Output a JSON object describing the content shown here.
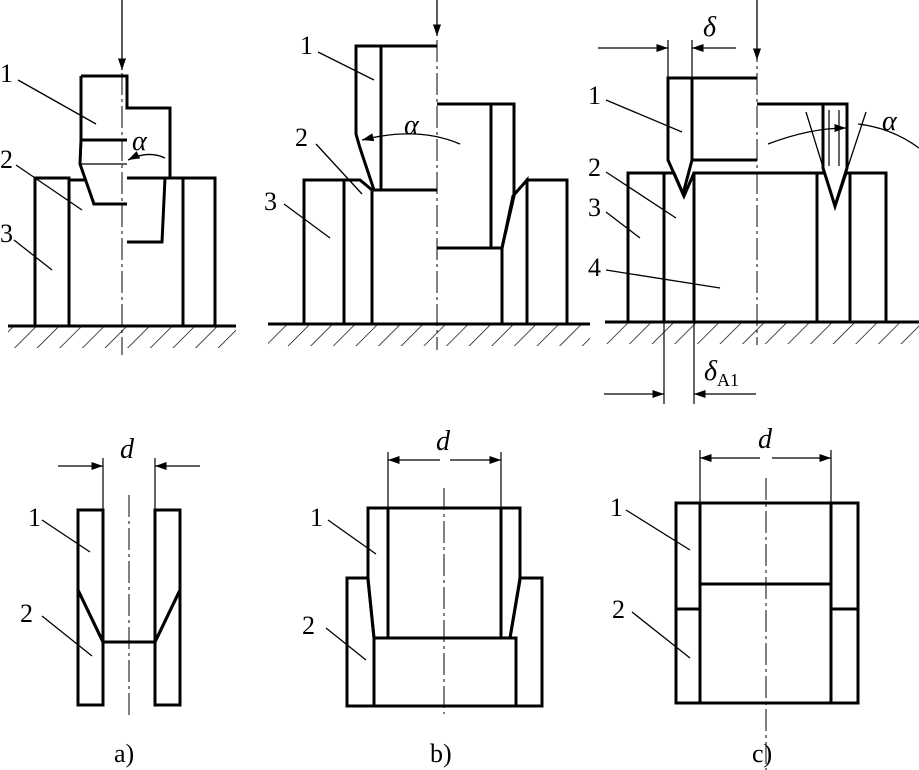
{
  "colors": {
    "ink": "#000000",
    "paper": "#ffffff"
  },
  "part_labels": {
    "p1": "1",
    "p2": "2",
    "p3": "3",
    "p4": "4"
  },
  "symbols": {
    "alpha": "α",
    "delta": "δ",
    "delta_a": "δ",
    "delta_a_sub": "A1",
    "d": "d"
  },
  "captions": {
    "a": "a)",
    "b": "b)",
    "c": "c)"
  }
}
